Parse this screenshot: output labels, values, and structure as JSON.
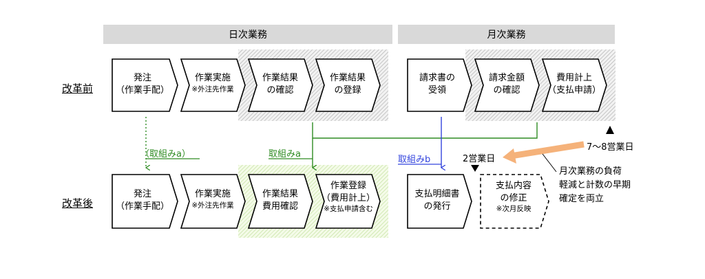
{
  "headers": {
    "daily": "日次業務",
    "monthly": "月次業務"
  },
  "rows": {
    "before": "改革前",
    "after": "改革後"
  },
  "before_steps": [
    {
      "line1": "発注",
      "line2": "（作業手配）",
      "sub": ""
    },
    {
      "line1": "作業実施",
      "line2": "",
      "sub": "※外注先作業"
    },
    {
      "line1": "作業結果",
      "line2": "の確認",
      "sub": ""
    },
    {
      "line1": "作業結果",
      "line2": "の登録",
      "sub": ""
    },
    {
      "line1": "請求書の",
      "line2": "受領",
      "sub": ""
    },
    {
      "line1": "請求金額",
      "line2": "の確認",
      "sub": ""
    },
    {
      "line1": "費用計上",
      "line2": "（支払申請）",
      "sub": ""
    }
  ],
  "after_steps": [
    {
      "line1": "発注",
      "line2": "（作業手配）",
      "sub": ""
    },
    {
      "line1": "作業実施",
      "line2": "",
      "sub": "※外注先作業"
    },
    {
      "line1": "作業結果",
      "line2": "費用確認",
      "sub": ""
    },
    {
      "line1": "作業登録",
      "line2": "（費用計上）",
      "sub": "※支払申請含む"
    },
    {
      "line1": "支払明細書",
      "line2": "の発行",
      "sub": ""
    },
    {
      "line1": "支払内容",
      "line2": "の修正",
      "sub": "※次月反映"
    }
  ],
  "initiatives": {
    "a_dotted": "（取組みa）",
    "a": "取組みa",
    "b": "取組みb"
  },
  "timing": {
    "before": "7～8営業日",
    "after": "2営業日"
  },
  "note": {
    "line1": "月次業務の負荷",
    "line2": "軽減と計数の早期",
    "line3": "確定を両立"
  },
  "colors": {
    "green": "#2e8b22",
    "blue": "#3344dd",
    "orange": "#f5b27a",
    "gray": "#d9d9d9"
  }
}
